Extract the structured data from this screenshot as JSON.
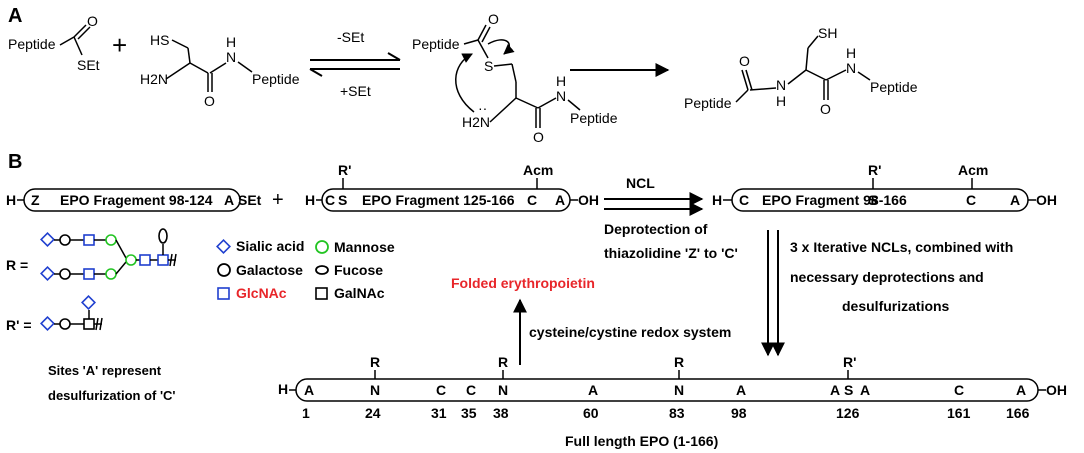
{
  "panels": {
    "a": "A",
    "b": "B"
  },
  "scheme_a": {
    "thioester_label": "Peptide",
    "thioester_sulfur": "SEt",
    "plus": "+",
    "cys_sh": "HS",
    "cys_nh2": "H2N",
    "cys_amide_h": "H",
    "cys_amide_n": "N",
    "cys_peptide": "Peptide",
    "forward_label": "-SEt",
    "reverse_label": "+SEt",
    "intermediate_peptide": "Peptide",
    "intermediate_s": "S",
    "intermediate_nh2": "H2N",
    "intermediate_amide_h": "H",
    "intermediate_amide_n": "N",
    "intermediate_peptide2": "Peptide",
    "product_sh": "SH",
    "product_peptide_left": "Peptide",
    "product_nh": "N",
    "product_h": "H",
    "product_amide_h": "H",
    "product_amide_n": "N",
    "product_peptide_right": "Peptide"
  },
  "scheme_b": {
    "frag1": {
      "h": "H",
      "z": "Z",
      "label": "EPO Fragement 98-124",
      "a": "A",
      "set": "SEt"
    },
    "plus": "+",
    "frag2": {
      "r_prime": "R'",
      "acm": "Acm",
      "h": "H",
      "c": "C",
      "s": "S",
      "label": "EPO Fragment 125-166",
      "c2": "C",
      "a": "A",
      "oh": "OH"
    },
    "ncl_label": "NCL",
    "deprotection_1": "Deprotection of",
    "deprotection_2": "thiazolidine 'Z' to 'C'",
    "frag3": {
      "r_prime": "R'",
      "acm": "Acm",
      "h": "H",
      "c": "C",
      "label": "EPO Fragment 98-166",
      "s": "S",
      "c2": "C",
      "a": "A",
      "oh": "OH"
    },
    "iterative_1": "3 x Iterative NCLs, combined with",
    "iterative_2": "necessary deprotections and",
    "iterative_3": "desulfurizations",
    "folded_label": "Folded erythropoietin",
    "redox_label": "cysteine/cystine redox system",
    "sites_1": "Sites 'A' represent",
    "sites_2": "desulfurization of 'C'",
    "full_length_label": "Full length EPO (1-166)",
    "full_h": "H",
    "full_oh": "OH",
    "residues": [
      "A",
      "N",
      "C",
      "C",
      "N",
      "A",
      "N",
      "A",
      "A",
      "S",
      "A",
      "C",
      "A"
    ],
    "substituents": [
      "R",
      "R",
      "R",
      "R'"
    ],
    "positions": [
      "1",
      "24",
      "31",
      "35",
      "38",
      "60",
      "83",
      "98",
      "126",
      "161",
      "166"
    ]
  },
  "glycan_legend": {
    "r_label": "R =",
    "r_prime_label": "R' =",
    "items": [
      {
        "name": "Sialic acid",
        "symbol": "diamond-icon",
        "color": "#1f3fcf"
      },
      {
        "name": "Mannose",
        "symbol": "circle-icon",
        "color": "#22c422"
      },
      {
        "name": "Galactose",
        "symbol": "circle-icon",
        "color": "#000000"
      },
      {
        "name": "Fucose",
        "symbol": "ellipse-icon",
        "color": "#000000"
      },
      {
        "name": "GlcNAc",
        "symbol": "square-icon",
        "color": "#1f3fcf"
      },
      {
        "name": "GalNAc",
        "symbol": "square-icon",
        "color": "#000000"
      }
    ]
  },
  "colors": {
    "blue": "#1f3fcf",
    "green": "#22c422",
    "red": "#e8262a",
    "black": "#000000"
  }
}
